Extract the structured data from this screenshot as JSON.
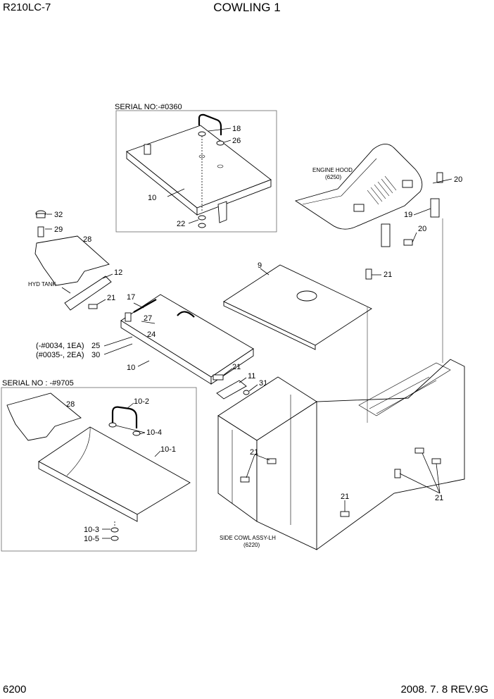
{
  "header": {
    "model": "R210LC-7",
    "title": "COWLING 1"
  },
  "footer": {
    "page": "6200",
    "revision": "2008. 7. 8  REV.9G"
  },
  "notes": {
    "serial_top": "SERIAL NO:-#0360",
    "serial_left": "SERIAL NO : -#9705",
    "engine_hood": "ENGINE HOOD",
    "engine_hood_ref": "(6250)",
    "hyd_tank": "HYD TANK",
    "side_cowl": "SIDE COWL ASSY-LH",
    "side_cowl_ref": "(6220)",
    "qty_note_1": "(-#0034, 1EA)",
    "qty_note_2": "(#0035-, 2EA)"
  },
  "callouts": {
    "c18": "18",
    "c26": "26",
    "c10_top": "10",
    "c22": "22",
    "c32": "32",
    "c29": "29",
    "c28": "28",
    "c12": "12",
    "c21_a": "21",
    "c17": "17",
    "c27": "27",
    "c24": "24",
    "c25": "25",
    "c30": "30",
    "c10_mid": "10",
    "c20_a": "20",
    "c19": "19",
    "c20_b": "20",
    "c9": "9",
    "c21_b": "21",
    "c21_c": "21",
    "c11": "11",
    "c31": "31",
    "c28_b": "28",
    "c10_2": "10-2",
    "c10_4": "10-4",
    "c10_1": "10-1",
    "c10_3": "10-3",
    "c10_5": "10-5",
    "c21_d": "21",
    "c21_e": "21",
    "c21_f": "21"
  }
}
